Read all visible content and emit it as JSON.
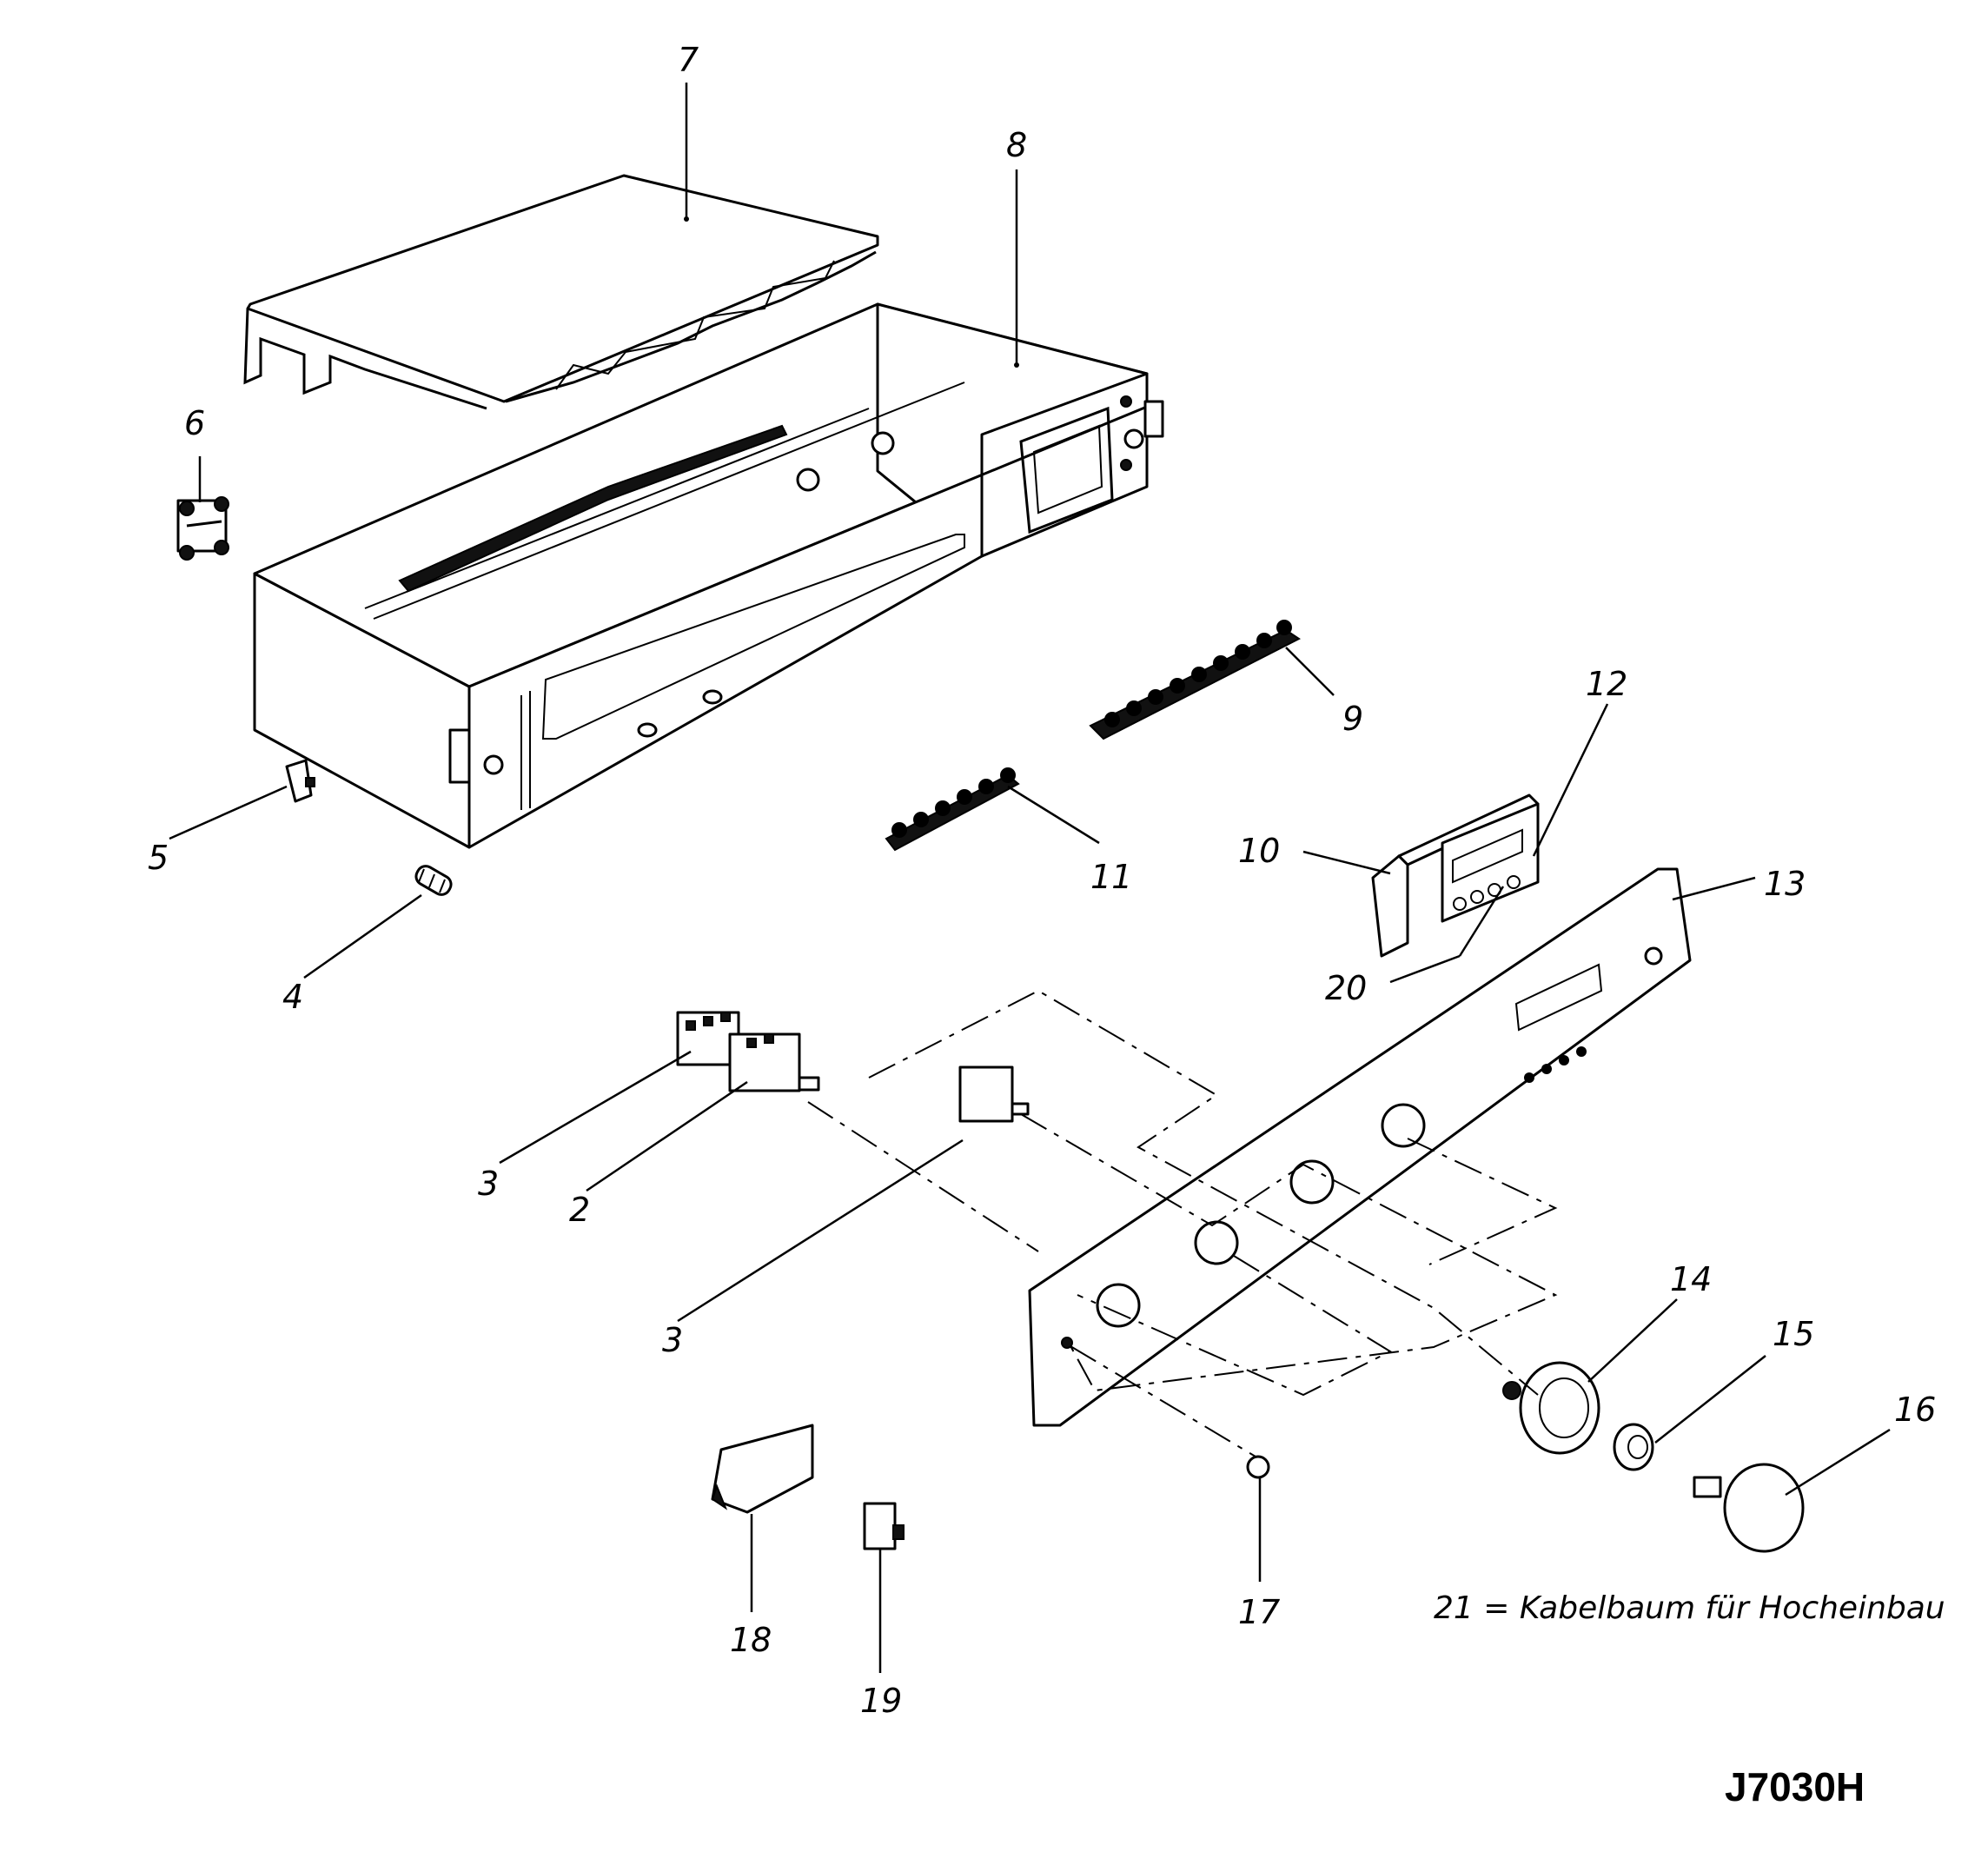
{
  "labels": {
    "l2": "2",
    "l3a": "3",
    "l3b": "3",
    "l4": "4",
    "l5": "5",
    "l6": "6",
    "l7": "7",
    "l8": "8",
    "l9": "9",
    "l10": "10",
    "l11": "11",
    "l12": "12",
    "l13": "13",
    "l14": "14",
    "l15": "15",
    "l16": "16",
    "l17": "17",
    "l18": "18",
    "l19": "19",
    "l20": "20"
  },
  "note": "21 = Kabelbaum für Hocheinbau",
  "drawing_code": "J7030H"
}
